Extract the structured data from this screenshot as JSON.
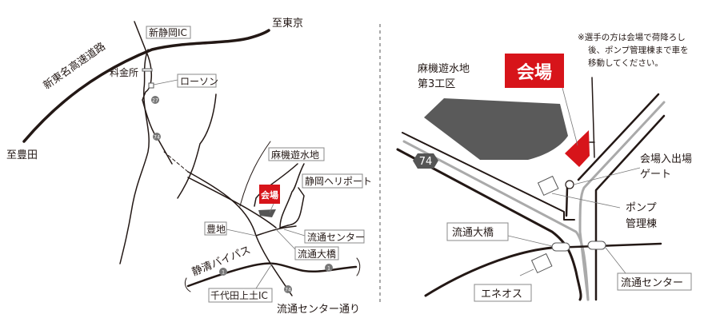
{
  "left_map": {
    "to_tokyo": "至東京",
    "to_toyota": "至豊田",
    "expressway": "新東名高速道路",
    "shin_shizuoka_ic": "新静岡IC",
    "tollgate": "料金所",
    "lawson": "ローソン",
    "asahata_pond": "麻機遊水地",
    "heliport": "静岡ヘリポート",
    "venue": "会場",
    "toyochi": "豊地",
    "ryutsu_center": "流通センター",
    "ryutsu_bridge": "流通大橋",
    "bypass": "静清バイパス",
    "chiyoda_ic": "千代田上土IC",
    "ryutsu_street": "流通センター通り",
    "route_27": "27",
    "route_74": "74",
    "route_1": "1"
  },
  "right_map": {
    "pond_line1": "麻機遊水地",
    "pond_line2": "第3工区",
    "venue": "会場",
    "note_line1": "※選手の方は会場で荷降ろし",
    "note_line2": "後、ポンプ管理棟まで車を",
    "note_line3": "移動してください。",
    "route_74": "74",
    "gate_line1": "会場入出場",
    "gate_line2": "ゲート",
    "pump_line1": "ポンプ",
    "pump_line2": "管理棟",
    "ryutsu_bridge": "流通大橋",
    "ryutsu_center": "流通センター",
    "eneos": "エネオス"
  },
  "colors": {
    "venue_red": "#d7141a",
    "road": "#231815",
    "pond": "#5a5a5a"
  }
}
